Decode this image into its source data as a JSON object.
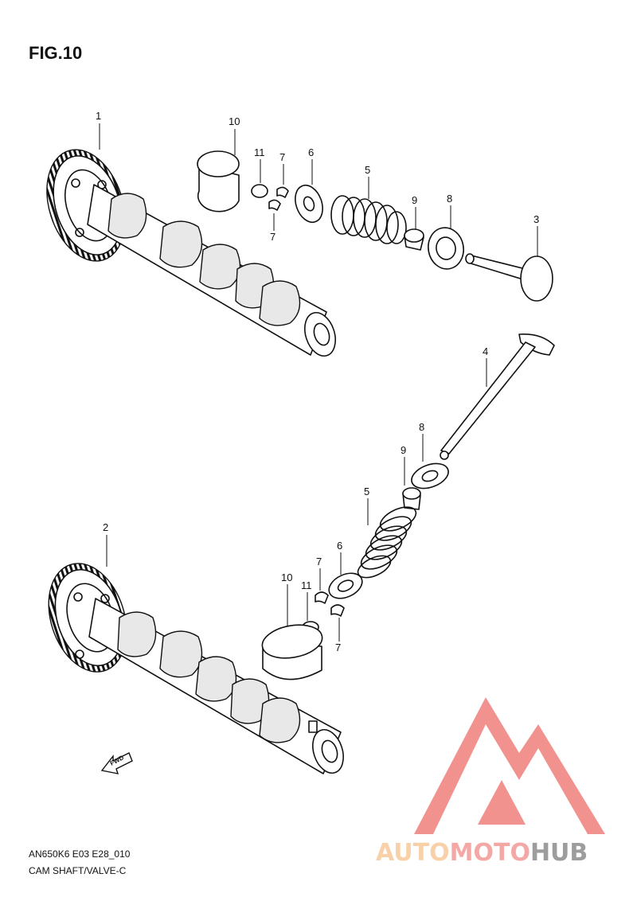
{
  "figure": {
    "title": "FIG.10"
  },
  "footer": {
    "model_code": "AN650K6 E03 E28_010",
    "section": "CAM SHAFT/VALVE-C"
  },
  "fwd_arrow": {
    "label": "FWD"
  },
  "watermark": {
    "part1": "AUTO",
    "part2": "MOTO",
    "part3": "HUB",
    "colors": {
      "auto": "#f7c99a",
      "moto": "#f29a96",
      "hub": "#8c8c8c",
      "logo": "#f07f7c"
    }
  },
  "callouts": {
    "upper": {
      "camshaft": "1",
      "valve": "3",
      "spring": "5",
      "spring_seat": "6",
      "cotter_top": "7",
      "cotter_bottom": "7",
      "retainer": "8",
      "oil_seal": "9",
      "tappet": "10",
      "shim": "11"
    },
    "lower": {
      "camshaft": "2",
      "valve": "4",
      "spring": "5",
      "spring_seat": "6",
      "cotter_top": "7",
      "cotter_bottom": "7",
      "retainer": "8",
      "oil_seal": "9",
      "tappet": "10",
      "shim": "11"
    }
  }
}
